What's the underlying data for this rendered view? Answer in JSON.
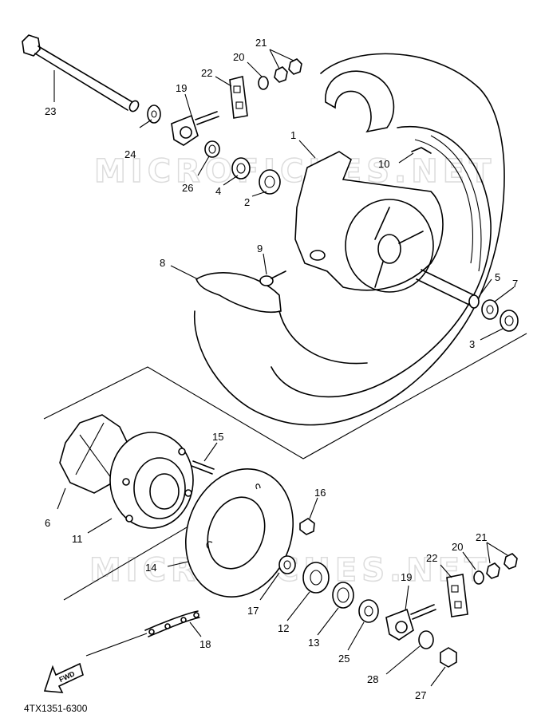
{
  "diagram": {
    "drawing_code": "4TX1351-6300",
    "fwd_label": "FWD",
    "watermark": "MICROFICHES.NET",
    "callouts": [
      {
        "id": "c1",
        "text": "1"
      },
      {
        "id": "c2",
        "text": "2"
      },
      {
        "id": "c3",
        "text": "3"
      },
      {
        "id": "c4",
        "text": "4"
      },
      {
        "id": "c5",
        "text": "5"
      },
      {
        "id": "c6",
        "text": "6"
      },
      {
        "id": "c7",
        "text": "7"
      },
      {
        "id": "c8",
        "text": "8"
      },
      {
        "id": "c9",
        "text": "9"
      },
      {
        "id": "c10",
        "text": "10"
      },
      {
        "id": "c11",
        "text": "11"
      },
      {
        "id": "c12",
        "text": "12"
      },
      {
        "id": "c13",
        "text": "13"
      },
      {
        "id": "c14",
        "text": "14"
      },
      {
        "id": "c15",
        "text": "15"
      },
      {
        "id": "c16",
        "text": "16"
      },
      {
        "id": "c17",
        "text": "17"
      },
      {
        "id": "c18",
        "text": "18"
      },
      {
        "id": "c19a",
        "text": "19"
      },
      {
        "id": "c19b",
        "text": "19"
      },
      {
        "id": "c20a",
        "text": "20"
      },
      {
        "id": "c20b",
        "text": "20"
      },
      {
        "id": "c21a",
        "text": "21"
      },
      {
        "id": "c21b",
        "text": "21"
      },
      {
        "id": "c22a",
        "text": "22"
      },
      {
        "id": "c22b",
        "text": "22"
      },
      {
        "id": "c23",
        "text": "23"
      },
      {
        "id": "c24",
        "text": "24"
      },
      {
        "id": "c25",
        "text": "25"
      },
      {
        "id": "c26",
        "text": "26"
      },
      {
        "id": "c27",
        "text": "27"
      },
      {
        "id": "c28",
        "text": "28"
      }
    ]
  }
}
